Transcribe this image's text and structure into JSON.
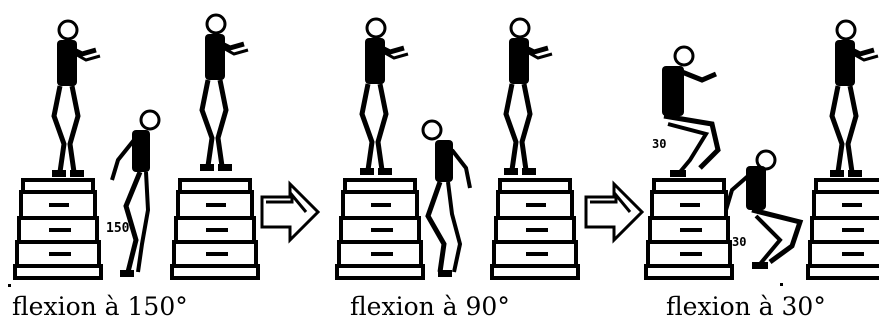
{
  "panels": [
    {
      "caption": "flexion à 150°",
      "angle_label": "150"
    },
    {
      "caption": "flexion à 90°",
      "angle_label": ""
    },
    {
      "caption": "flexion à 30°",
      "angle_label": "30",
      "angle_label_2": "30"
    }
  ],
  "colors": {
    "ink": "#000000",
    "paper": "#ffffff"
  },
  "icons": [
    "right-arrow-icon",
    "right-arrow-icon"
  ]
}
